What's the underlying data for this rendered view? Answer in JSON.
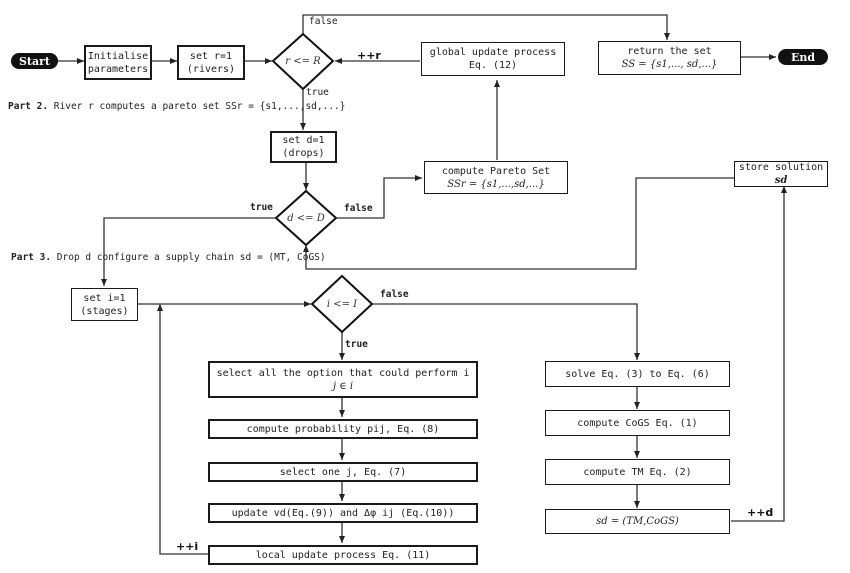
{
  "terminals": {
    "start": "Start",
    "end": "End"
  },
  "boxes": {
    "init": [
      "Initialise",
      "parameters"
    ],
    "set_r": [
      "set r=1",
      "(rivers)"
    ],
    "global_update": [
      "global update process",
      "Eq. (12)"
    ],
    "return_set": [
      "return the set",
      "SS = {s1,..., sd,...}"
    ],
    "set_d": [
      "set d=1",
      "(drops)"
    ],
    "compute_pareto": [
      "compute Pareto Set",
      "SSr = {s1,...,sd,...}"
    ],
    "store_solution": [
      "store solution",
      "sd"
    ],
    "set_i": [
      "set i=1",
      "(stages)"
    ],
    "select_all": [
      "select all the option that could perform i",
      "j ∈ i"
    ],
    "compute_prob": "compute probability pij, Eq. (8)",
    "select_one": "select one j, Eq. (7)",
    "update_v": "update vd(Eq.(9)) and Δφ ij (Eq.(10))",
    "local_update": "local update process Eq. (11)",
    "solve_eq": "solve Eq. (3) to Eq. (6)",
    "compute_cogs": "compute CoGS Eq. (1)",
    "compute_tm": "compute TM Eq. (2)",
    "sd_assign": "sd = (TM,CoGS)"
  },
  "decisions": {
    "r": "r <= R",
    "d": "d <= D",
    "i": "i <= I"
  },
  "edge_labels": {
    "true": "true",
    "false": "false",
    "inc_r": "++r",
    "inc_d": "++d",
    "inc_i": "++i"
  },
  "parts": {
    "part2_label": "Part 2.",
    "part2_text": "River r computes a pareto set SSr = {s1,...,sd,...}",
    "part3_label": "Part 3.",
    "part3_text": "Drop d configure a supply chain sd = (MT, CoGS)"
  }
}
